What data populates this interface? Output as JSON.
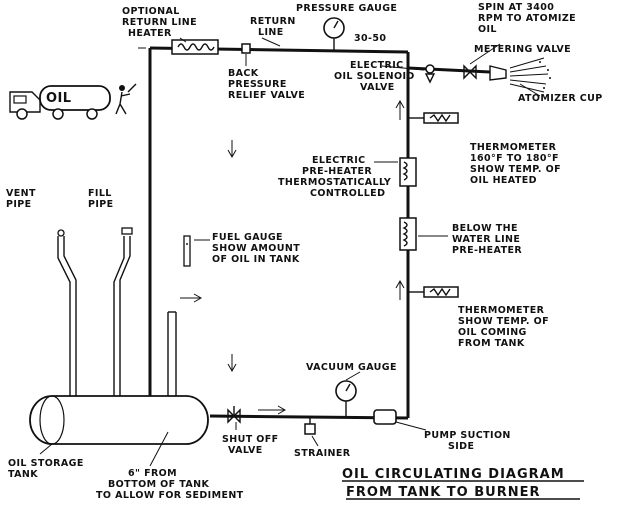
{
  "labels": {
    "optional_heater": [
      "OPTIONAL",
      "RETURN LINE",
      "HEATER"
    ],
    "return_line": [
      "RETURN",
      "LINE"
    ],
    "pressure_gauge": "PRESSURE GAUGE",
    "pressure_range": "30-50",
    "spin": [
      "SPIN AT 3400",
      "RPM TO ATOMIZE",
      "OIL"
    ],
    "metering_valve": "METERING VALVE",
    "back_pressure": [
      "BACK",
      "PRESSURE",
      "RELIEF VALVE"
    ],
    "solenoid": [
      "ELECTRIC",
      "OIL SOLENOID",
      "VALVE"
    ],
    "atomizer": "ATOMIZER CUP",
    "truck_oil": "OIL",
    "thermometer_top": [
      "THERMOMETER",
      "160°F TO 180°F",
      "SHOW TEMP. OF",
      "OIL HEATED"
    ],
    "preheater": [
      "ELECTRIC",
      "PRE-HEATER",
      "THERMOSTATICALLY",
      "CONTROLLED"
    ],
    "vent_pipe": [
      "VENT",
      "PIPE"
    ],
    "fill_pipe": [
      "FILL",
      "PIPE"
    ],
    "fuel_gauge": [
      "FUEL GAUGE",
      "SHOW AMOUNT",
      "OF OIL IN TANK"
    ],
    "below_water": [
      "BELOW THE",
      "WATER LINE",
      "PRE-HEATER"
    ],
    "thermometer_bottom": [
      "THERMOMETER",
      "SHOW TEMP. OF",
      "OIL COMING",
      "FROM TANK"
    ],
    "vacuum_gauge": "VACUUM GAUGE",
    "oil_storage": [
      "OIL STORAGE",
      "TANK"
    ],
    "shut_off": [
      "SHUT OFF",
      "VALVE"
    ],
    "strainer": "STRAINER",
    "pump_suction": [
      "PUMP SUCTION",
      "SIDE"
    ],
    "bottom_note": [
      "6\" FROM",
      "BOTTOM OF TANK",
      "TO ALLOW FOR SEDIMENT"
    ]
  },
  "title_lines": [
    "OIL CIRCULATING DIAGRAM",
    "FROM TANK TO BURNER"
  ]
}
